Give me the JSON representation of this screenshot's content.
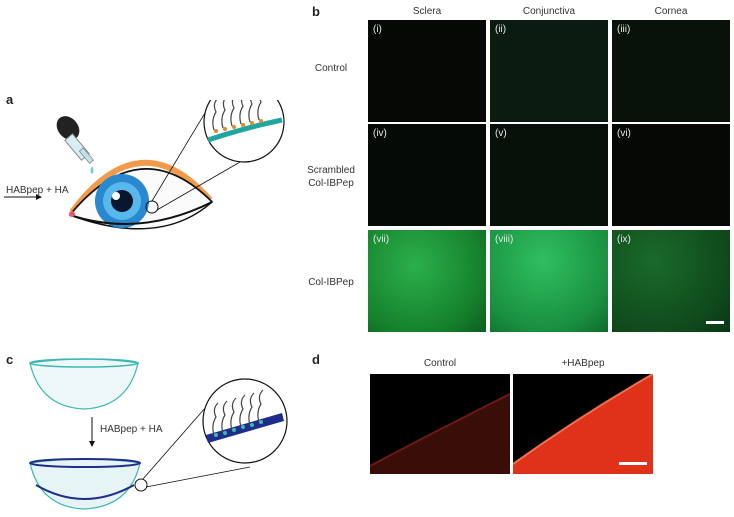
{
  "panel_labels": {
    "a": "a",
    "b": "b",
    "c": "c",
    "d": "d"
  },
  "panel_a": {
    "treatment_label": "HABpep + HA"
  },
  "panel_b": {
    "columns": [
      "Sclera",
      "Conjunctiva",
      "Cornea"
    ],
    "rows": [
      "Control",
      "Scrambled\nCol-IBPep",
      "Col-IBPep"
    ],
    "tiles": [
      "(i)",
      "(ii)",
      "(iii)",
      "(iv)",
      "(v)",
      "(vi)",
      "(vii)",
      "(viii)",
      "(ix)"
    ]
  },
  "panel_c": {
    "treatment_label": "HABpep + HA"
  },
  "panel_d": {
    "columns": [
      "Control",
      "+HABpep"
    ]
  },
  "colors": {
    "fluor_green": "#1fa13e",
    "fluor_red": "#e0321a",
    "lens_teal": "#3cb8b0",
    "lens_blue": "#1f2e8c"
  }
}
